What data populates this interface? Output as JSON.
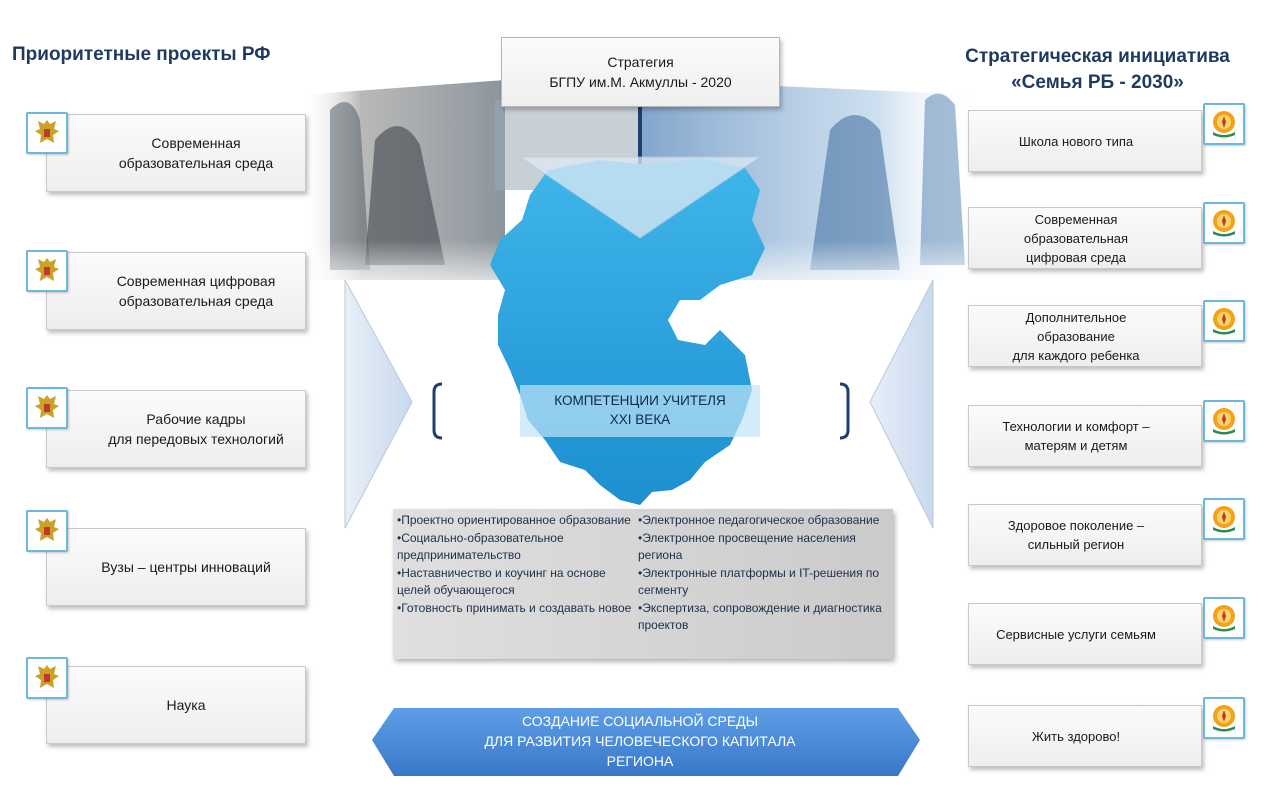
{
  "left_heading": "Приоритетные проекты РФ",
  "right_heading": {
    "line1": "Стратегическая инициатива",
    "line2": "«Семья РБ - 2030»"
  },
  "strategy": {
    "line1": "Стратегия",
    "line2": "БГПУ им.М. Акмуллы - 2020"
  },
  "left_projects": [
    {
      "line1": "Современная",
      "line2": "образовательная среда"
    },
    {
      "line1": "Современная цифровая",
      "line2": "образовательная среда"
    },
    {
      "line1": "Рабочие кадры",
      "line2": "для передовых технологий"
    },
    {
      "line1": "Вузы – центры инноваций",
      "line2": ""
    },
    {
      "line1": "Наука",
      "line2": ""
    }
  ],
  "right_initiatives": [
    {
      "line1": "Школа нового типа",
      "line2": "",
      "line3": ""
    },
    {
      "line1": "Современная",
      "line2": "образовательная",
      "line3": "цифровая среда"
    },
    {
      "line1": "Дополнительное",
      "line2": "образование",
      "line3": "для каждого ребенка"
    },
    {
      "line1": "Технологии и комфорт –",
      "line2": "матерям и детям",
      "line3": ""
    },
    {
      "line1": "Здоровое поколение –",
      "line2": "сильный регион",
      "line3": ""
    },
    {
      "line1": "Сервисные услуги семьям",
      "line2": "",
      "line3": ""
    },
    {
      "line1": "Жить здорово!",
      "line2": "",
      "line3": ""
    }
  ],
  "competence": {
    "line1": "КОМПЕТЕНЦИИ УЧИТЕЛЯ",
    "line2": "XXI ВЕКА"
  },
  "bullets_left": [
    "•Проектно ориентированное образование",
    "•Социально-образовательное предпринимательство",
    "•Наставничество и коучинг на основе целей обучающегося",
    "•Готовность принимать и создавать новое"
  ],
  "bullets_right": [
    "•Электронное педагогическое образование",
    "•Электронное просвещение населения региона",
    "•Электронные платформы и IT-решения по сегменту",
    "•Экспертиза, сопровождение и диагностика проектов"
  ],
  "banner": {
    "line1": "СОЗДАНИЕ СОЦИАЛЬНОЙ СРЕДЫ",
    "line2": "ДЛЯ РАЗВИТИЯ ЧЕЛОВЕЧЕСКОГО КАПИТАЛА",
    "line3": "РЕГИОНА"
  },
  "colors": {
    "heading": "#1f3a5f",
    "map_blue": "#2aa4e0",
    "banner_blue": "#4d8fd8",
    "arrow_fill": "#dce7f5",
    "emblem_border": "#6ab8dc"
  },
  "icons": {
    "russia_emblem": "double-headed-eagle-icon",
    "bashkortostan_emblem": "kurai-flower-emblem-icon"
  }
}
